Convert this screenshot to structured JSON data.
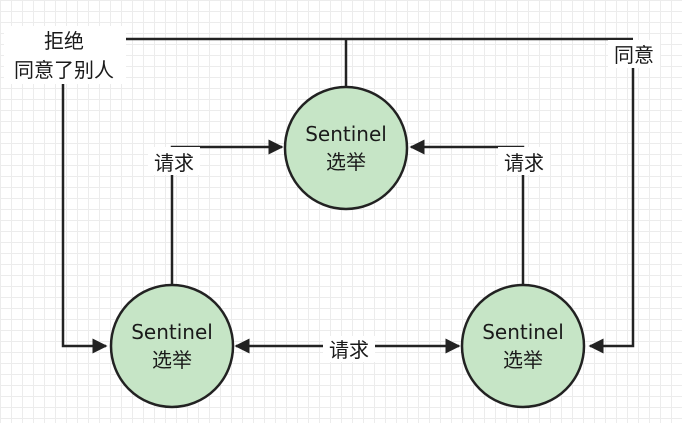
{
  "nodes": {
    "top": {
      "line1": "Sentinel",
      "line2": "选举"
    },
    "left": {
      "line1": "Sentinel",
      "line2": "选举"
    },
    "right": {
      "line1": "Sentinel",
      "line2": "选举"
    }
  },
  "edges": {
    "left_request": "请求",
    "right_request": "请求",
    "bottom_request": "请求",
    "refuse_line1": "拒绝",
    "refuse_line2": "同意了别人",
    "agree": "同意"
  },
  "colors": {
    "node_fill": "#c6e5c6",
    "stroke": "#222222"
  }
}
